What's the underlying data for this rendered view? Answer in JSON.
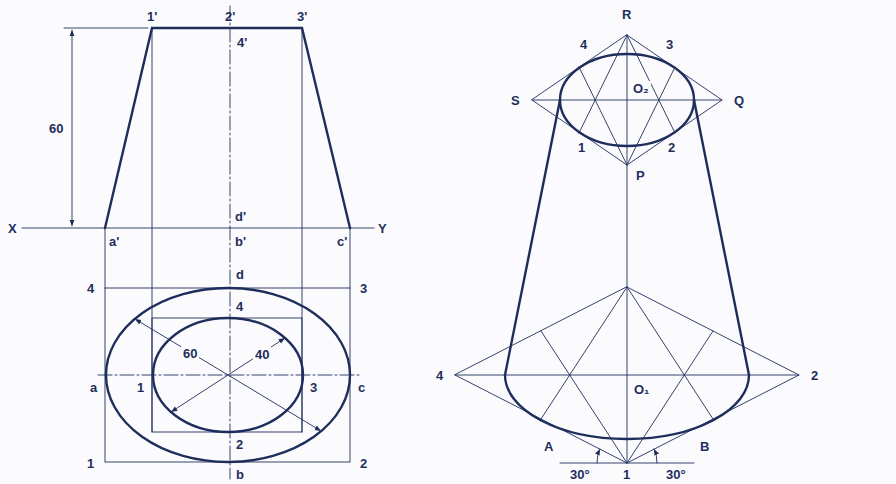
{
  "diagram": {
    "labels": [
      "1'",
      "2'",
      "3'",
      "4'",
      "60",
      "X",
      "a'",
      "b'",
      "d'",
      "c'",
      "Y",
      "4",
      "d",
      "3",
      "4",
      "a",
      "1",
      "60",
      "40",
      "3",
      "c",
      "2",
      "1",
      "b",
      "2",
      "R",
      "4",
      "3",
      "S",
      "O₂",
      "Q",
      "1",
      "P",
      "2",
      "4",
      "O₁",
      "2",
      "A",
      "30°",
      "B",
      "1",
      "30°"
    ]
  }
}
